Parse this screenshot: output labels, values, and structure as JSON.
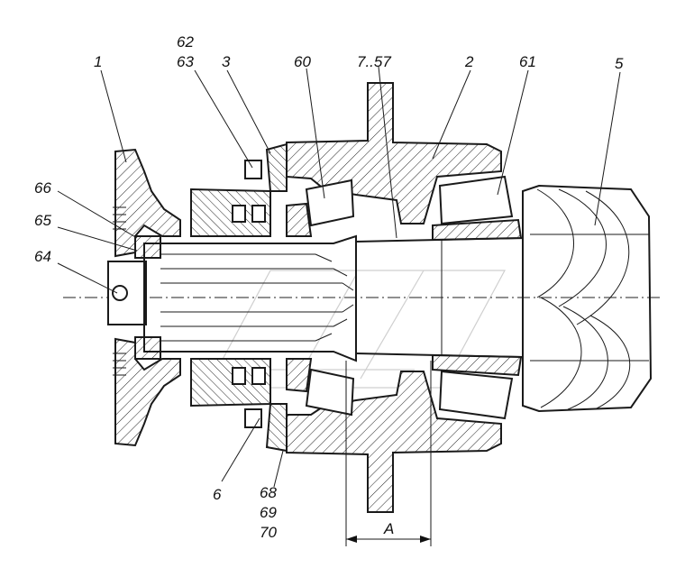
{
  "labels": {
    "l1": "1",
    "l2": "2",
    "l3": "3",
    "l5": "5",
    "l6": "6",
    "l7_57": "7..57",
    "l60": "60",
    "l61": "61",
    "l62": "62",
    "l63": "63",
    "l64": "64",
    "l65": "65",
    "l66": "66",
    "l68": "68",
    "l69": "69",
    "l70": "70"
  },
  "dimension": {
    "label": "A"
  }
}
